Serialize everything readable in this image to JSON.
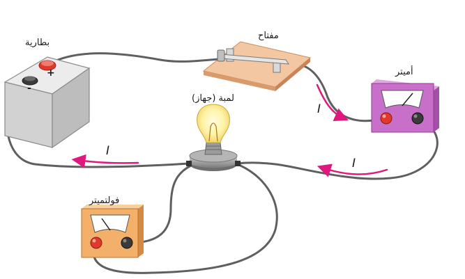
{
  "labels": {
    "battery": "بطارية",
    "switch": "مفتاح",
    "ammeter": "أميتر",
    "lamp": "لمبة (جهاز)",
    "voltmeter": "فولتميتر"
  },
  "battery_terminals": {
    "positive": "+",
    "negative": "-"
  },
  "current_symbol": "I",
  "colors": {
    "wire": "#5f5f5f",
    "current_arrow": "#e0187d",
    "battery_body": "#d2d2d2",
    "switch_base": "#f3c7a2",
    "ammeter_case": "#c86fc9",
    "voltmeter_case": "#f2b06b",
    "red_terminal": "#e0392b",
    "black_terminal": "#3a3a3a"
  }
}
